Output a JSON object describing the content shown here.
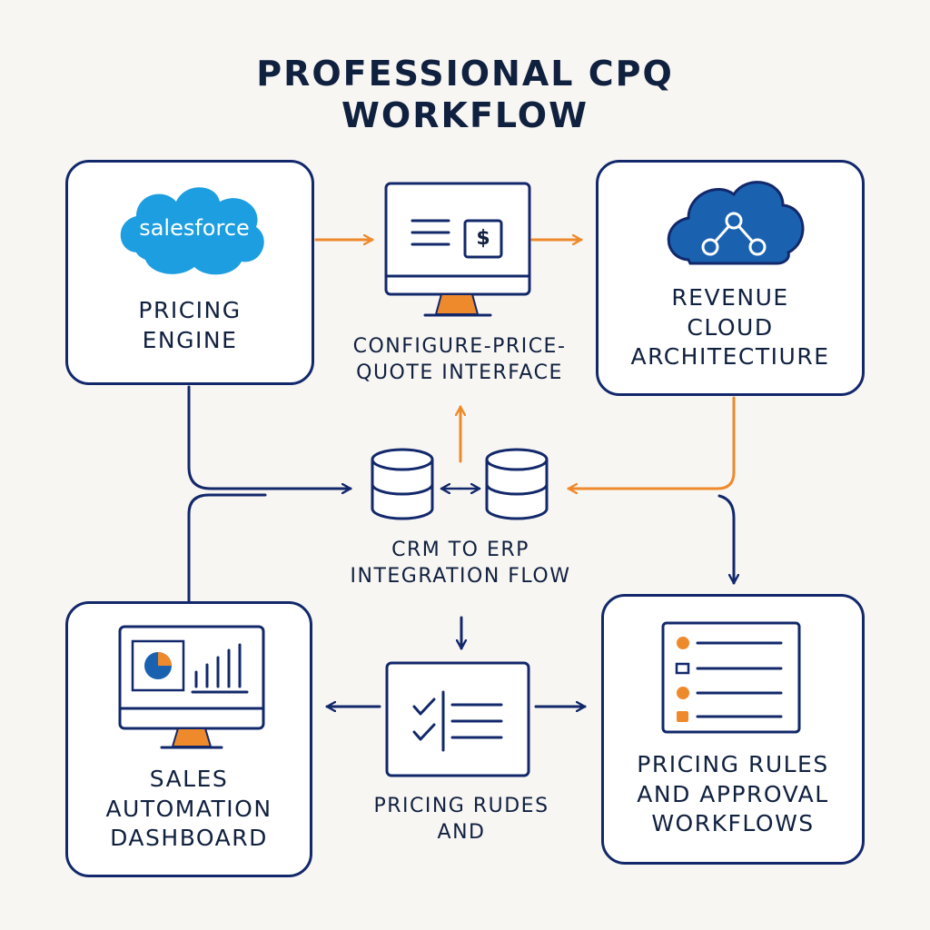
{
  "title": {
    "line1": "PROFESSIONAL CPQ",
    "line2": "WORKFLOW"
  },
  "nodes": {
    "pricing_engine": {
      "logo_text": "salesforce",
      "line1": "PRICING",
      "line2": "ENGINE"
    },
    "cpq_interface": {
      "line1": "CONFIGURE-PRICE-",
      "line2": "QUOTE INTERFACE",
      "icon_symbol": "$"
    },
    "revenue_cloud": {
      "line1": "REVENUE",
      "line2": "CLOUD",
      "line3": "ARCHITECTIURE"
    },
    "crm_erp": {
      "line1": "CRM TO ERP",
      "line2": "INTEGRATION FLOW"
    },
    "sales_dashboard": {
      "line1": "SALES",
      "line2": "AUTOMATION",
      "line3": "DASHBOARD"
    },
    "pricing_rules_mid": {
      "line1": "PRICING RUDES",
      "line2": "AND"
    },
    "pricing_rules_box": {
      "line1": "PRICING RULES",
      "line2": "AND APPROVAL",
      "line3": "WORKFLOWS"
    }
  },
  "colors": {
    "navy": "#12286b",
    "orange": "#ee8a2c",
    "salesforce_blue": "#1d9ee0",
    "cloud_blue": "#1a62b0",
    "background": "#f8f6f3"
  },
  "icons": {
    "logo": "salesforce-cloud-logo",
    "cpq": "monitor-quote-icon",
    "revenue": "cloud-network-icon",
    "database": "database-icon",
    "dashboard": "monitor-dashboard-icon",
    "checklist": "checklist-icon",
    "rules": "rules-list-icon"
  }
}
